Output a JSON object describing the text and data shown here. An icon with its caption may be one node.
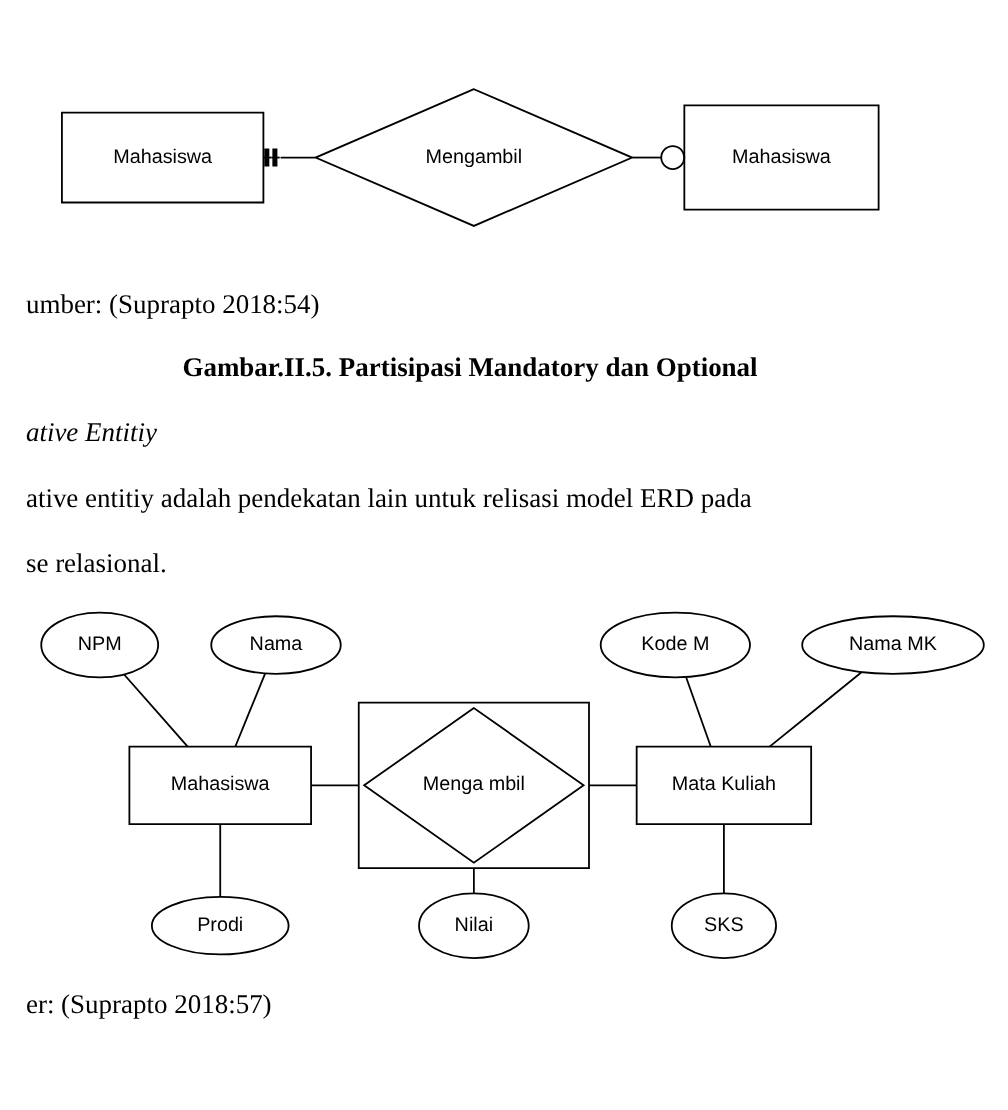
{
  "diagram": {
    "nodes": [
      {
        "text": [
          "Mahasiswa"
        ]
      },
      {
        "text": [
          "Mengambil"
        ]
      },
      {
        "text": [
          "Mahasiswa"
        ]
      },
      {
        "text": [
          "NPM"
        ]
      },
      {
        "text": [
          "Nama"
        ]
      },
      {
        "text": [
          "Kode M"
        ]
      },
      {
        "text": [
          "Nama MK"
        ]
      },
      {
        "text": [
          "Mahasiswa"
        ]
      },
      {
        "text": [],
        "shape": "box"
      },
      {
        "text": [
          "Menga mbil"
        ],
        "in": 8
      },
      {
        "text": [
          "Mata Kuliah"
        ]
      },
      {
        "text": [
          "Prodi"
        ]
      },
      {
        "text": [
          "Nilai"
        ]
      },
      {
        "text": [
          "SKS"
        ]
      }
    ],
    "edges": [
      {
        "from": 0,
        "to": 1,
        "arrow": "other"
      },
      {
        "from": 1,
        "to": 2,
        "arrow": "other"
      },
      {
        "from": 3,
        "to": 7,
        "arrow": "none"
      },
      {
        "from": 4,
        "to": 7,
        "arrow": "none"
      },
      {
        "from": 5,
        "to": 10,
        "arrow": "none"
      },
      {
        "from": 6,
        "to": 10,
        "arrow": "none"
      },
      {
        "from": 7,
        "to": 8,
        "arrow": "none"
      },
      {
        "from": 8,
        "to": 10,
        "arrow": "none"
      },
      {
        "from": 7,
        "to": 11,
        "arrow": "none"
      },
      {
        "from": 8,
        "to": 12,
        "arrow": "none"
      },
      {
        "from": 10,
        "to": 13,
        "arrow": "none"
      }
    ],
    "labels": [
      "umber: (Suprapto 2018:54)",
      "Gambar.II.5. Partisipasi Mandatory dan Optional",
      "ative Entitiy",
      "ative entitiy adalah pendekatan lain untuk relisasi model ERD pada",
      "se relasional.",
      "er: (Suprapto 2018:57)"
    ]
  }
}
